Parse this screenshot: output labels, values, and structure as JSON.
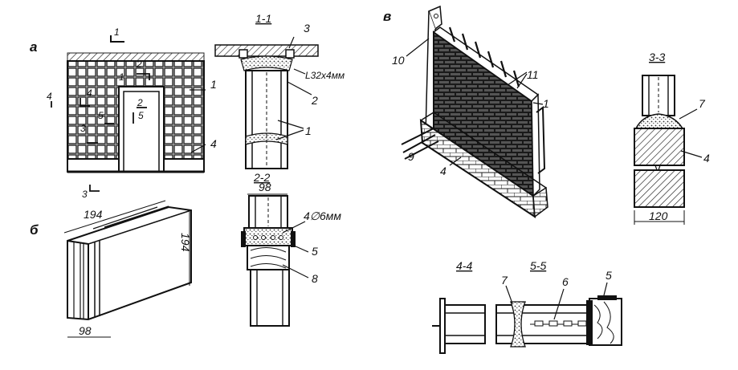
{
  "panels": {
    "a": "а",
    "b": "б",
    "v": "в"
  },
  "sections": {
    "s11": "1-1",
    "s22": "2-2",
    "s33": "3-3",
    "s44": "4-4",
    "s55": "5-5"
  },
  "cut_marks": {
    "c1": "1",
    "c2a": "2",
    "c2b": "2",
    "c3a": "3",
    "c3b": "3",
    "c4a": "4",
    "c4b": "4",
    "c5a": "5",
    "c5b": "5",
    "c1b": "1"
  },
  "callouts": {
    "wall_1": "1",
    "wall_4": "4",
    "s11_3": "3",
    "s11_angle": "L32x4мм",
    "s11_2": "2",
    "s11_1": "1",
    "s22_rebar": "4∅6мм",
    "s22_5": "5",
    "s22_8": "8",
    "v_10": "10",
    "v_11": "11",
    "v_1": "1",
    "v_9": "9",
    "v_4": "4",
    "s33_7": "7",
    "s33_4": "4",
    "s44_7": "7",
    "s55_6": "6",
    "s55_5": "5"
  },
  "dimensions": {
    "block_len": "194",
    "block_h": "194",
    "block_w": "98",
    "s22_w": "98",
    "s33_w": "120"
  }
}
